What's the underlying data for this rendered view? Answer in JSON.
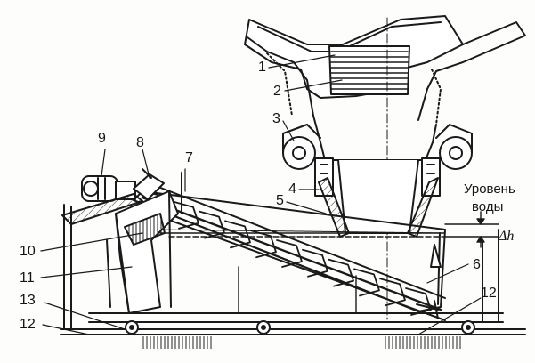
{
  "callouts": [
    "1",
    "2",
    "3",
    "4",
    "5",
    "6",
    "7",
    "8",
    "9",
    "10",
    "11",
    "12",
    "13"
  ],
  "water_level_line1": "Уровень",
  "water_level_line2": "воды",
  "delta_h": "Δh"
}
